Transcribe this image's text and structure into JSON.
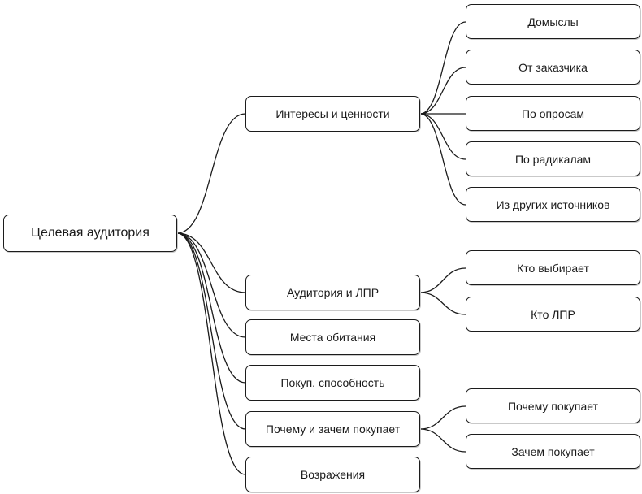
{
  "root": {
    "label": "Целевая аудитория"
  },
  "branches": [
    {
      "label": "Интересы и ценности",
      "children": [
        "Домыслы",
        "От заказчика",
        "По опросам",
        "По радикалам",
        "Из других источников"
      ]
    },
    {
      "label": "Аудитория и ЛПР",
      "children": [
        "Кто выбирает",
        "Кто ЛПР"
      ]
    },
    {
      "label": "Места обитания",
      "children": []
    },
    {
      "label": "Покуп. способность",
      "children": []
    },
    {
      "label": "Почему и зачем покупает",
      "children": [
        "Почему покупает",
        "Зачем покупает"
      ]
    },
    {
      "label": "Возражения",
      "children": []
    }
  ]
}
